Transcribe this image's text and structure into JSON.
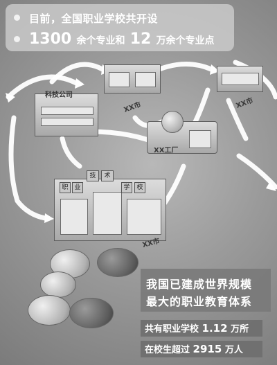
{
  "header": {
    "line1": "目前，全国职业学校共开设",
    "line2_num1": "1300",
    "line2_mid": "余个专业和",
    "line2_num2": "12",
    "line2_end": "万余个专业点"
  },
  "labels": {
    "tech_company": "科技公司",
    "city_top": "XX市",
    "city_right": "XX市",
    "factory": "XX工厂",
    "school_sign_1": "技",
    "school_sign_2": "术",
    "school_left_1": "职",
    "school_left_2": "业",
    "school_right_1": "学",
    "school_right_2": "校",
    "city_bottom": "XX市"
  },
  "panel": {
    "line1": "我国已建成世界规模",
    "line2": "最大的职业教育体系"
  },
  "stats": {
    "schools_prefix": "共有职业学校",
    "schools_num": "1.12",
    "schools_suffix": "万所",
    "students_prefix": "在校生超过",
    "students_num": "2915",
    "students_suffix": "万人"
  },
  "icons": [
    "tools-icon",
    "truck-icon",
    "power-tower-icon",
    "bulldozer-icon",
    "excavator-icon"
  ]
}
